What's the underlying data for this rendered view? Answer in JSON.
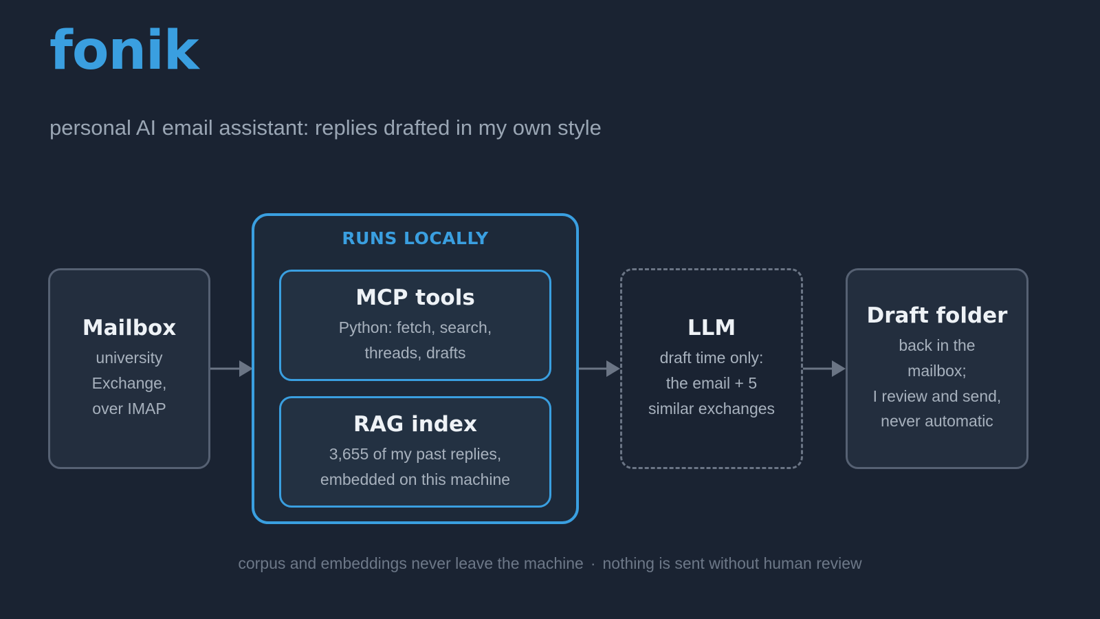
{
  "header": {
    "logo": "fonik",
    "tagline": "personal AI email assistant: replies drafted in my own style"
  },
  "diagram": {
    "mailbox": {
      "title": "Mailbox",
      "lines": [
        "university",
        "Exchange,",
        "over IMAP"
      ]
    },
    "local_group": {
      "label": "RUNS LOCALLY",
      "mcp": {
        "title": "MCP tools",
        "lines": [
          "Python: fetch, search,",
          "threads, drafts"
        ]
      },
      "rag": {
        "title": "RAG index",
        "lines": [
          "3,655 of my past replies,",
          "embedded on this machine"
        ]
      }
    },
    "llm": {
      "title": "LLM",
      "lines": [
        "draft time only:",
        "the email + 5",
        "similar exchanges"
      ]
    },
    "drafts": {
      "title": "Draft folder",
      "lines": [
        "back in the",
        "mailbox;",
        "I review and send,",
        "never automatic"
      ]
    }
  },
  "footer": {
    "left": "corpus and embeddings never leave the machine",
    "separator": "·",
    "right": "nothing is sent without human review"
  },
  "colors": {
    "background": "#1a2332",
    "accent": "#3a9fe0",
    "box_border": "#566173",
    "muted_text": "#9aa6b4"
  }
}
